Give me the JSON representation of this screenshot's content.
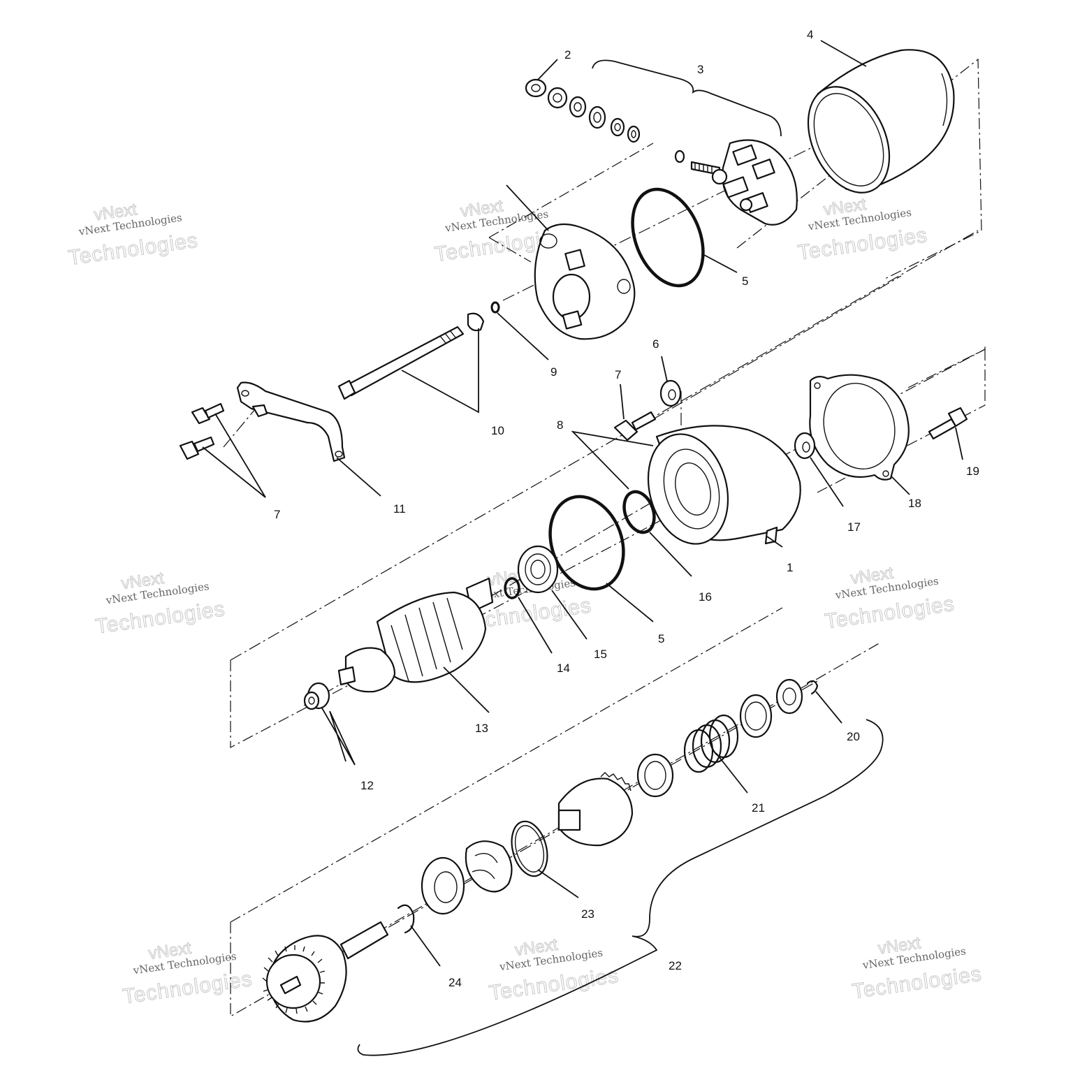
{
  "callouts": [
    {
      "id": "c2",
      "text": "2"
    },
    {
      "id": "c3",
      "text": "3"
    },
    {
      "id": "c4",
      "text": "4"
    },
    {
      "id": "c5a",
      "text": "5"
    },
    {
      "id": "c9",
      "text": "9"
    },
    {
      "id": "c6",
      "text": "6"
    },
    {
      "id": "c7a",
      "text": "7"
    },
    {
      "id": "c8",
      "text": "8"
    },
    {
      "id": "c10",
      "text": "10"
    },
    {
      "id": "c7b",
      "text": "7"
    },
    {
      "id": "c11",
      "text": "11"
    },
    {
      "id": "c19",
      "text": "19"
    },
    {
      "id": "c18",
      "text": "18"
    },
    {
      "id": "c17",
      "text": "17"
    },
    {
      "id": "c1",
      "text": "1"
    },
    {
      "id": "c16",
      "text": "16"
    },
    {
      "id": "c5b",
      "text": "5"
    },
    {
      "id": "c15",
      "text": "15"
    },
    {
      "id": "c14",
      "text": "14"
    },
    {
      "id": "c13",
      "text": "13"
    },
    {
      "id": "c12",
      "text": "12"
    },
    {
      "id": "c20",
      "text": "20"
    },
    {
      "id": "c21",
      "text": "21"
    },
    {
      "id": "c23",
      "text": "23"
    },
    {
      "id": "c22",
      "text": "22"
    },
    {
      "id": "c24",
      "text": "24"
    }
  ],
  "watermark": {
    "brand": "vNext",
    "line": "vNext Technologies",
    "word": "Technologies"
  }
}
